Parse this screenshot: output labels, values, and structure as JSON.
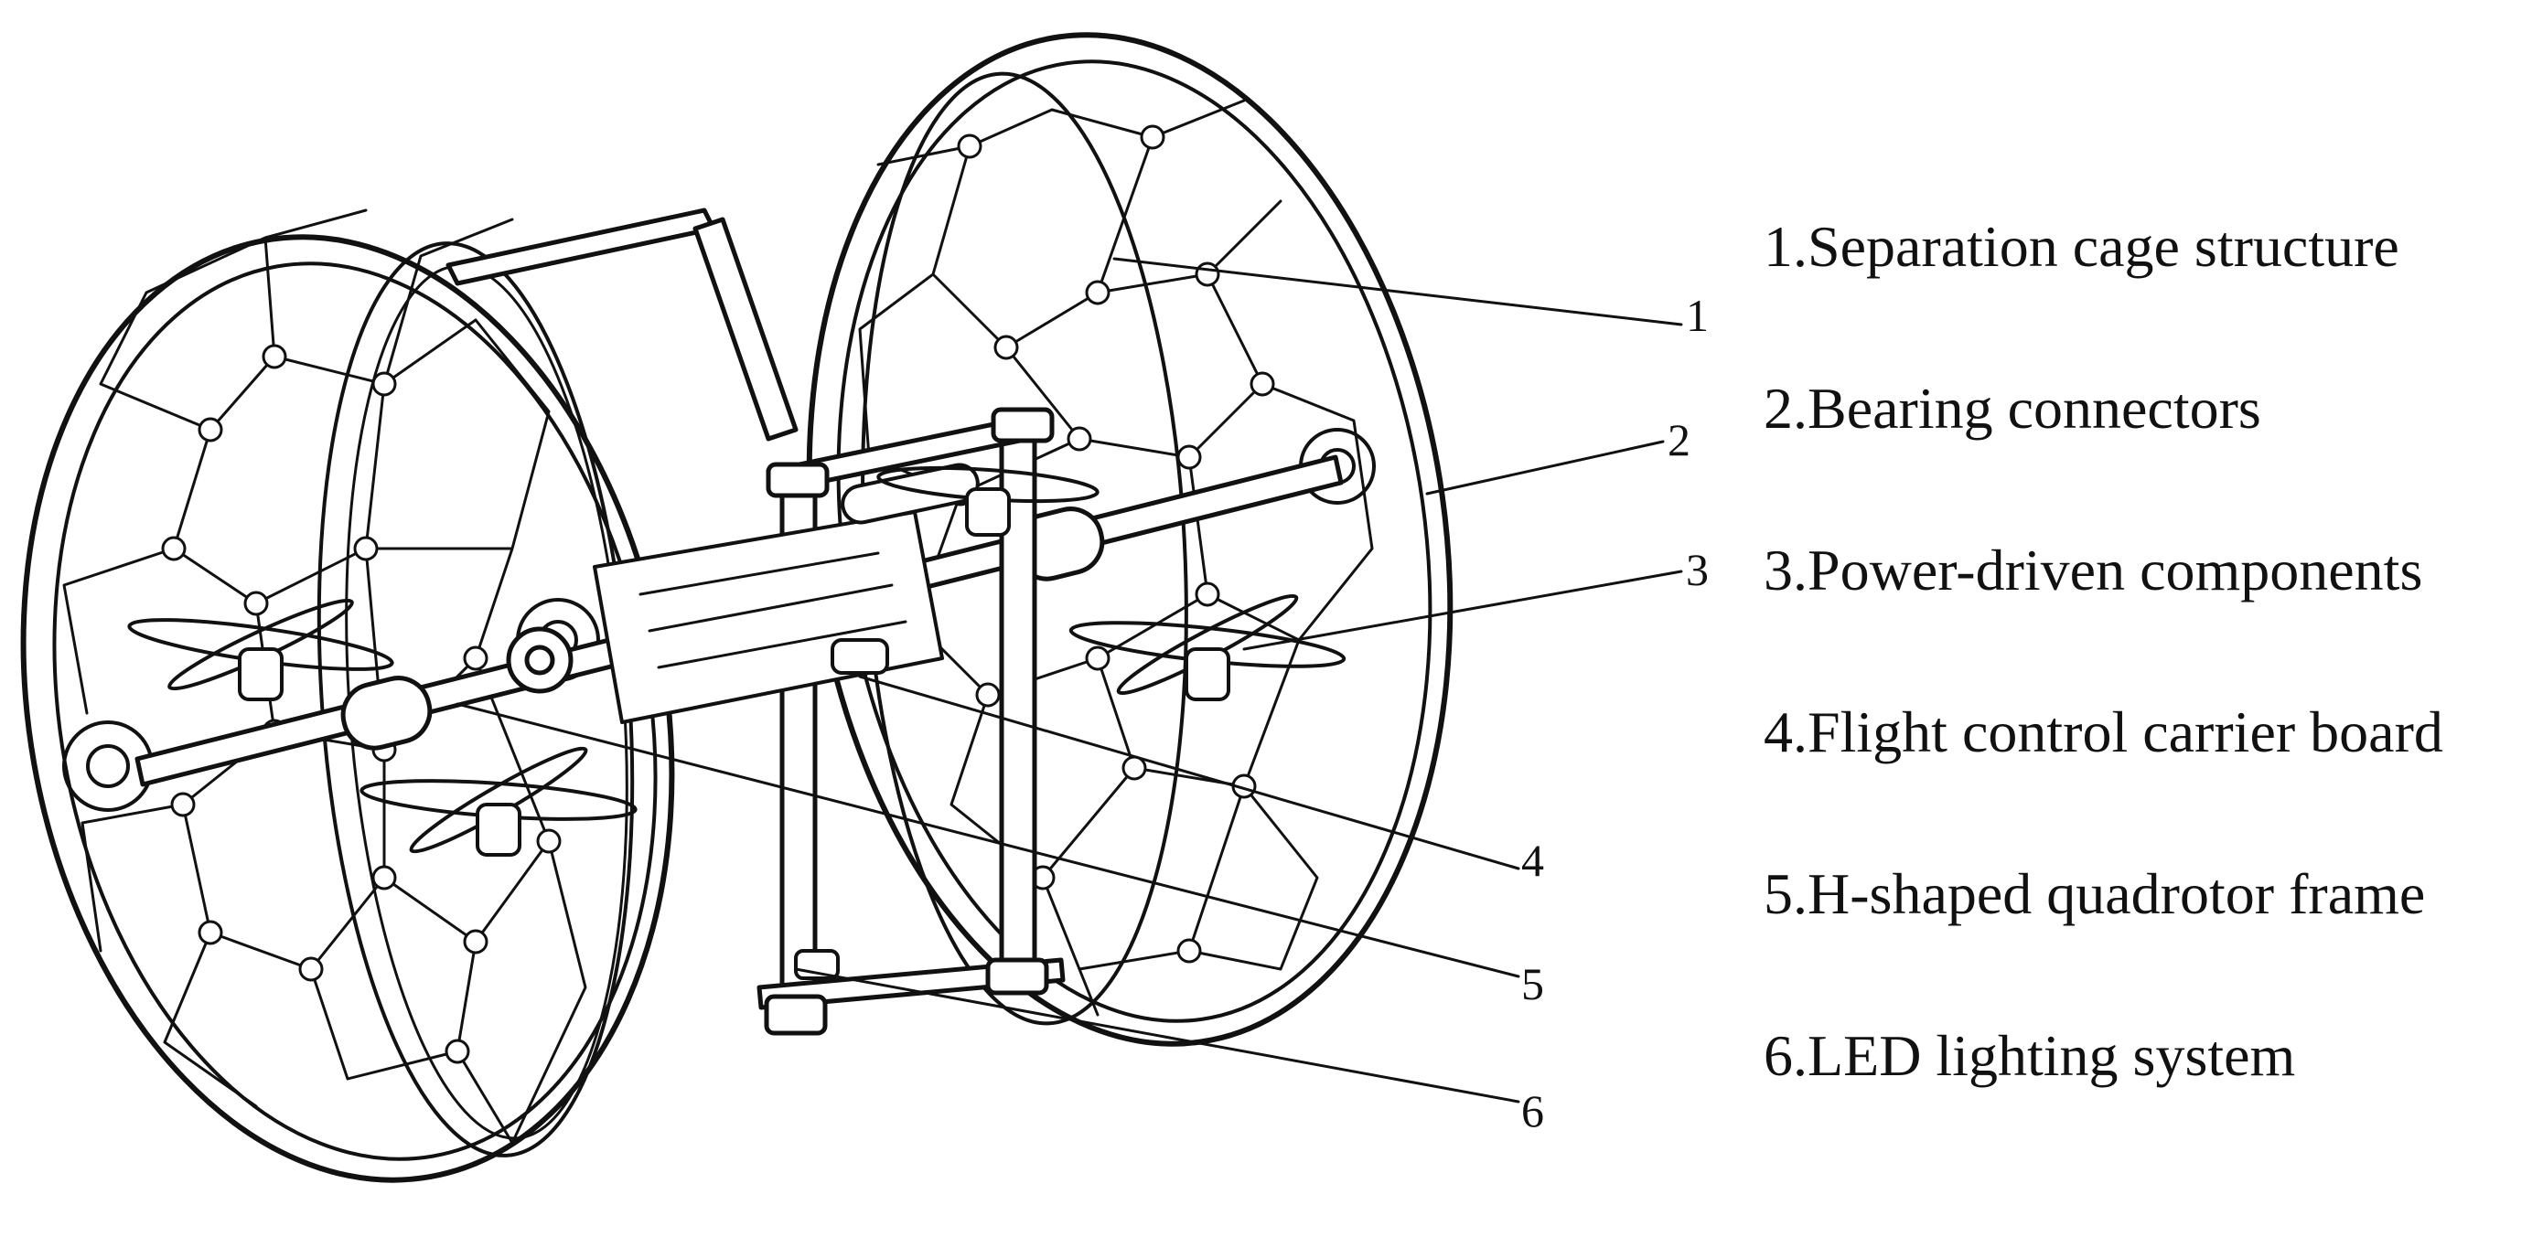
{
  "colors": {
    "ink": "#111111",
    "background": "#ffffff"
  },
  "callouts": [
    "1",
    "2",
    "3",
    "4",
    "5",
    "6"
  ],
  "legend": [
    "1.Separation cage structure",
    "2.Bearing connectors",
    "3.Power-driven components",
    "4.Flight control carrier board",
    "5.H-shaped quadrotor frame",
    "6.LED lighting system"
  ]
}
